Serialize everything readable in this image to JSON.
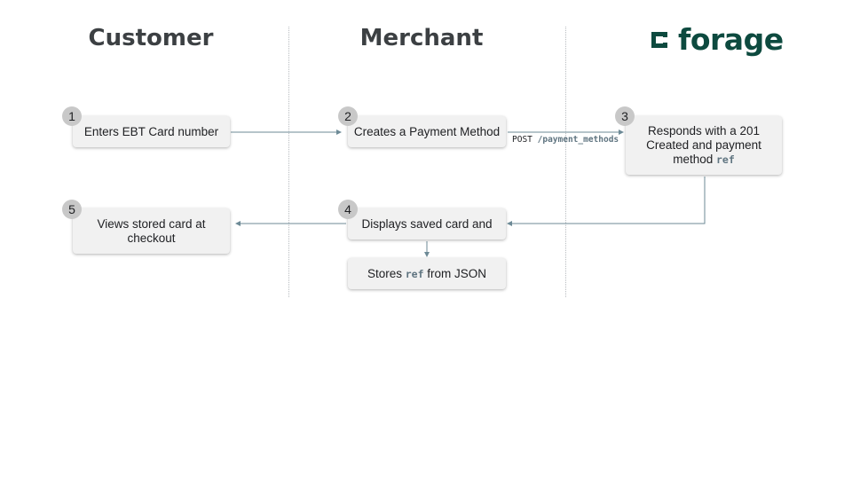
{
  "columns": {
    "customer": "Customer",
    "merchant": "Merchant"
  },
  "brand": {
    "name": "forage",
    "icon": "forage-logo-icon",
    "color": "#0d4a3f"
  },
  "steps": [
    {
      "number": "1",
      "text": "Enters EBT Card number"
    },
    {
      "number": "2",
      "text": "Creates a Payment Method"
    },
    {
      "number": "3",
      "text_before": "Responds with a 201 Created and payment method",
      "code": "ref"
    },
    {
      "number": "4",
      "text": "Displays saved card and"
    },
    {
      "number": "5",
      "text": "Views stored card at checkout"
    }
  ],
  "store_box": {
    "text_before": "Stores",
    "code": "ref",
    "text_after": "from JSON"
  },
  "api_call": {
    "method": "POST",
    "path": "/payment_methods"
  },
  "colors": {
    "box_background": "#f1f1f1",
    "badge_background": "#c8c8c8",
    "arrow": "#6d8a96",
    "code": "#5f7480"
  }
}
